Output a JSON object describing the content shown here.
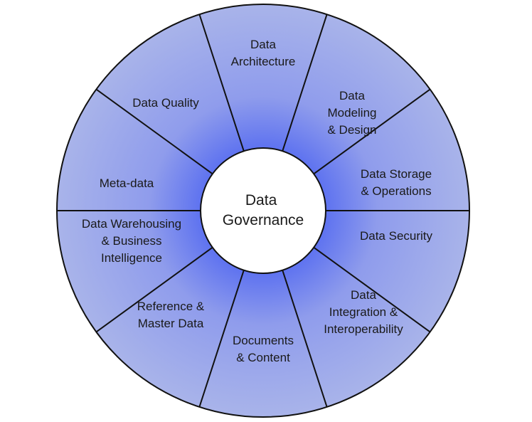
{
  "diagram": {
    "center": {
      "lines": [
        "Data",
        "Governance"
      ]
    },
    "segments": [
      {
        "id": "data-architecture",
        "lines": [
          "Data",
          "Architecture"
        ]
      },
      {
        "id": "data-modeling-design",
        "lines": [
          "Data",
          "Modeling",
          "& Design"
        ]
      },
      {
        "id": "data-storage-operations",
        "lines": [
          "Data Storage",
          "& Operations"
        ]
      },
      {
        "id": "data-security",
        "lines": [
          "Data Security"
        ]
      },
      {
        "id": "data-integration-interoperability",
        "lines": [
          "Data",
          "Integration &",
          "Interoperability"
        ]
      },
      {
        "id": "documents-content",
        "lines": [
          "Documents",
          "& Content"
        ]
      },
      {
        "id": "reference-master-data",
        "lines": [
          "Reference &",
          "Master Data"
        ]
      },
      {
        "id": "data-warehousing-bi",
        "lines": [
          "Data Warehousing",
          "& Business",
          "Intelligence"
        ]
      },
      {
        "id": "meta-data",
        "lines": [
          "Meta-data"
        ]
      },
      {
        "id": "data-quality",
        "lines": [
          "Data Quality"
        ]
      }
    ],
    "colors": {
      "outer": "#a9b4ea",
      "inner": "#5a6ff0",
      "lines": "#111111",
      "center_fill": "#ffffff"
    }
  }
}
